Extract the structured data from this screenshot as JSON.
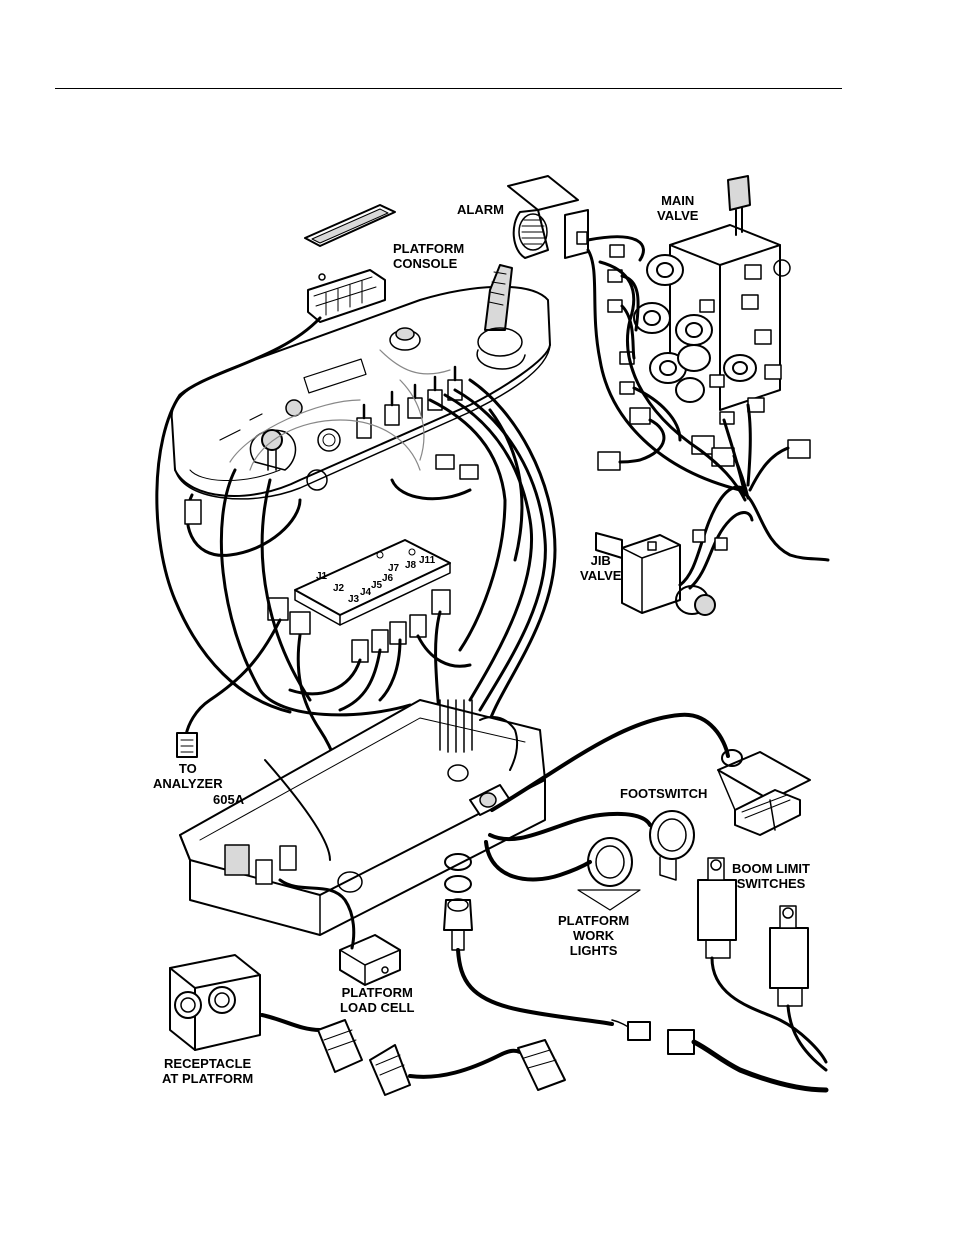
{
  "labels": {
    "alarm": "ALARM",
    "main_valve": "MAIN\nVALVE",
    "platform_console": "PLATFORM\nCONSOLE",
    "jib_valve": "JIB\nVALVE",
    "to_analyzer": "TO\nANALYZER",
    "wire_605a": "605A",
    "footswitch": "FOOTSWITCH",
    "boom_limit_switches": "BOOM LIMIT\nSWITCHES",
    "platform_work_lights": "PLATFORM\nWORK\nLIGHTS",
    "platform_load_cell": "PLATFORM\nLOAD CELL",
    "receptacle_at_platform": "RECEPTACLE\nAT PLATFORM"
  },
  "connectors": {
    "j1": "J1",
    "j2": "J2",
    "j3": "J3",
    "j4": "J4",
    "j5": "J5",
    "j6": "J6",
    "j7": "J7",
    "j8": "J8",
    "j11": "J11"
  },
  "colors": {
    "line": "#000000",
    "paper": "#ffffff",
    "panel": "#d9d9d9"
  }
}
